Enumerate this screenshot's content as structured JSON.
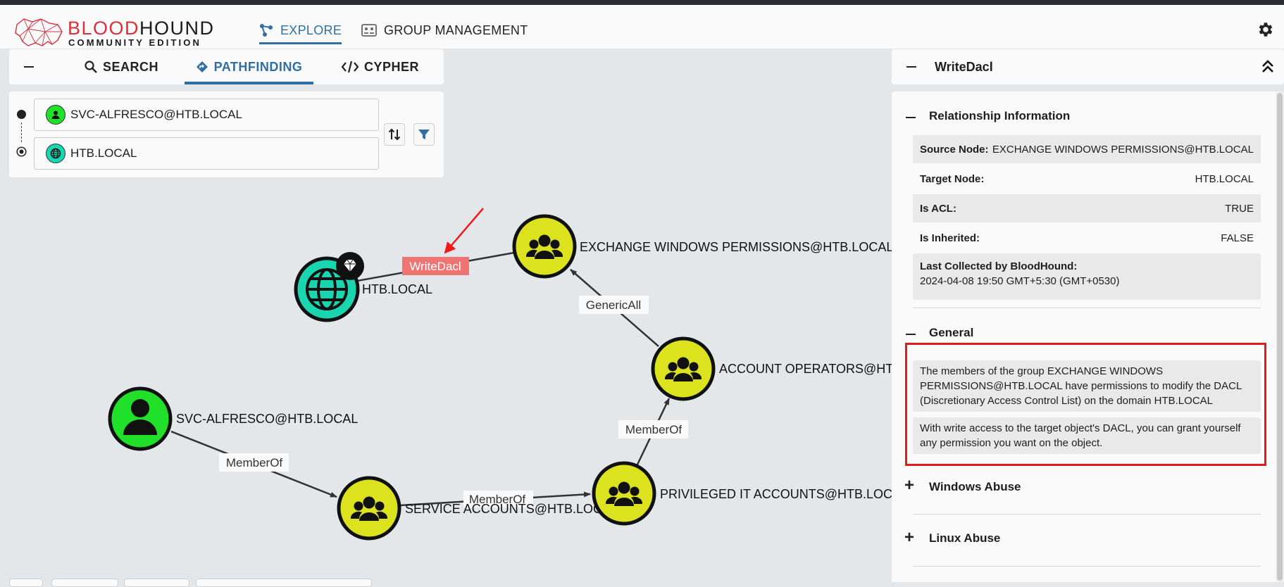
{
  "brand": {
    "name_red": "BLOOD",
    "name_dark": "HOUND",
    "edition": "COMMUNITY EDITION",
    "accent": "#d6323d"
  },
  "nav": {
    "explore": "EXPLORE",
    "group_management": "GROUP MANAGEMENT"
  },
  "left_tabs": {
    "search": "SEARCH",
    "pathfinding": "PATHFINDING",
    "cypher": "CYPHER"
  },
  "pathfinding": {
    "start_node": "SVC-ALFRESCO@HTB.LOCAL",
    "end_node": "HTB.LOCAL"
  },
  "graph": {
    "nodes": {
      "htb_local": "HTB.LOCAL",
      "exchange": "EXCHANGE WINDOWS PERMISSIONS@HTB.LOCAL",
      "account_operators": "ACCOUNT OPERATORS@HTB",
      "svc_alfresco": "SVC-ALFRESCO@HTB.LOCAL",
      "service_accounts": "SERVICE ACCOUNTS@HTB.LOCAL",
      "privileged_it": "PRIVILEGED IT ACCOUNTS@HTB.LOCAL"
    },
    "edges": {
      "writedacl": "WriteDacl",
      "genericall": "GenericAll",
      "memberof_1": "MemberOf",
      "memberof_2": "MemberOf",
      "memberof_3": "MemberOf"
    },
    "colors": {
      "group": "#dce31e",
      "domain": "#1ad6b0",
      "user": "#20e02a",
      "highlight_edge": "#f07474"
    }
  },
  "edge_panel": {
    "title": "WriteDacl",
    "relationship_section": "Relationship Information",
    "rows": [
      {
        "key": "Source Node:",
        "value": "EXCHANGE WINDOWS PERMISSIONS@HTB.LOCAL"
      },
      {
        "key": "Target Node:",
        "value": "HTB.LOCAL"
      },
      {
        "key": "Is ACL:",
        "value": "TRUE"
      },
      {
        "key": "Is Inherited:",
        "value": "FALSE"
      }
    ],
    "last_collected_label": "Last Collected by BloodHound:",
    "last_collected_value": "2024-04-08 19:50 GMT+5:30 (GMT+0530)",
    "general_section": "General",
    "general_text_1": "The members of the group EXCHANGE WINDOWS PERMISSIONS@HTB.LOCAL have permissions to modify the DACL (Discretionary Access Control List) on the domain HTB.LOCAL",
    "general_text_2": "With write access to the target object's DACL, you can grant yourself any permission you want on the object.",
    "windows_abuse": "Windows Abuse",
    "linux_abuse": "Linux Abuse"
  }
}
